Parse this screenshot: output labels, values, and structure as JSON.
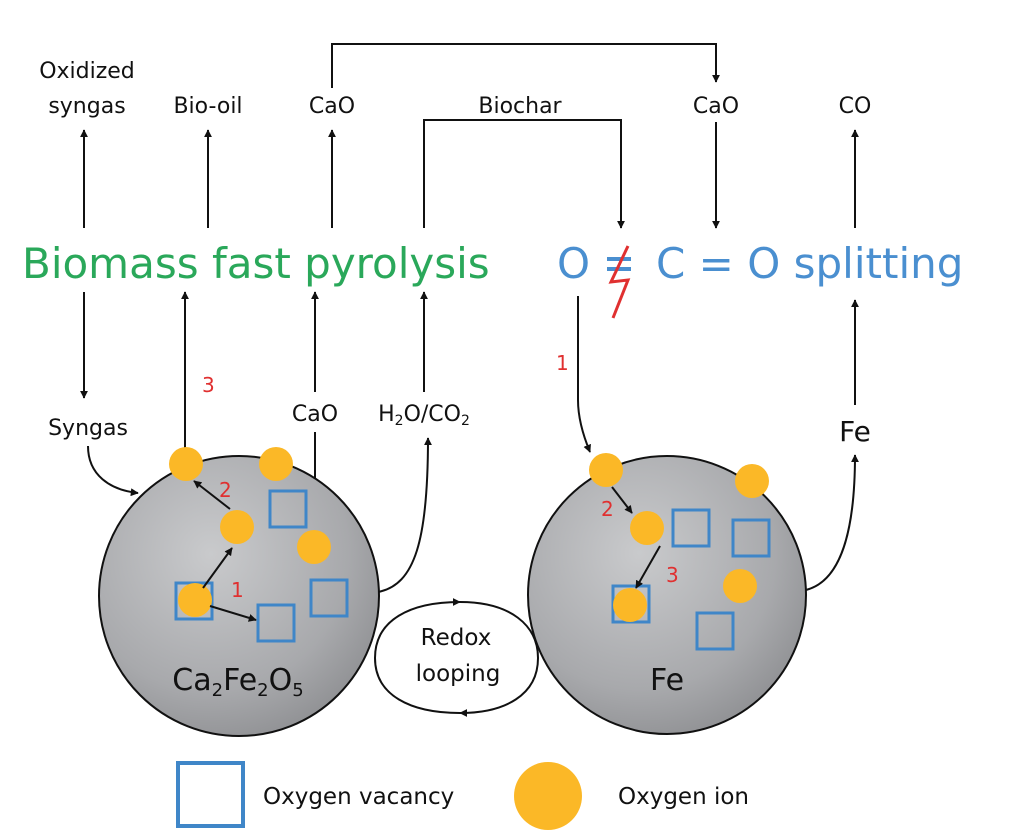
{
  "colors": {
    "pyrolysis_title": "#2aa85a",
    "splitting_title": "#4a8fd0",
    "step_number": "#e03030",
    "particle": "#a8a9ac",
    "oxygen_ion": "#fbb827",
    "oxygen_vacancy": "#3f86c8",
    "arrow": "#111111"
  },
  "titles": {
    "pyrolysis": "Biomass fast pyrolysis",
    "splitting_left_o": "O",
    "splitting_rest": "C = O splitting"
  },
  "outputs": {
    "oxidized_syngas_line1": "Oxidized",
    "oxidized_syngas_line2": "syngas",
    "bio_oil": "Bio-oil",
    "cao_pyrolysis": "CaO",
    "biochar": "Biochar",
    "cao_splitting": "CaO",
    "co": "CO"
  },
  "inputs": {
    "syngas": "Syngas",
    "cao": "CaO",
    "h2o": "H",
    "h2o_sub": "2",
    "h2o_mid": "O/CO",
    "co2_sub": "2",
    "fe": "Fe"
  },
  "particles": {
    "left": {
      "ca": "Ca",
      "s1": "2",
      "fe": "Fe",
      "s2": "2",
      "o": "O",
      "s3": "5"
    },
    "right": {
      "label": "Fe"
    }
  },
  "steps": {
    "left_1": "1",
    "left_2": "2",
    "left_3": "3",
    "right_1": "1",
    "right_2": "2",
    "right_3": "3"
  },
  "redox": {
    "line1": "Redox",
    "line2": "looping"
  },
  "legend": {
    "vacancy": "Oxygen vacancy",
    "ion": "Oxygen ion",
    "vacancy_icon": "square-outline",
    "ion_icon": "filled-circle"
  }
}
